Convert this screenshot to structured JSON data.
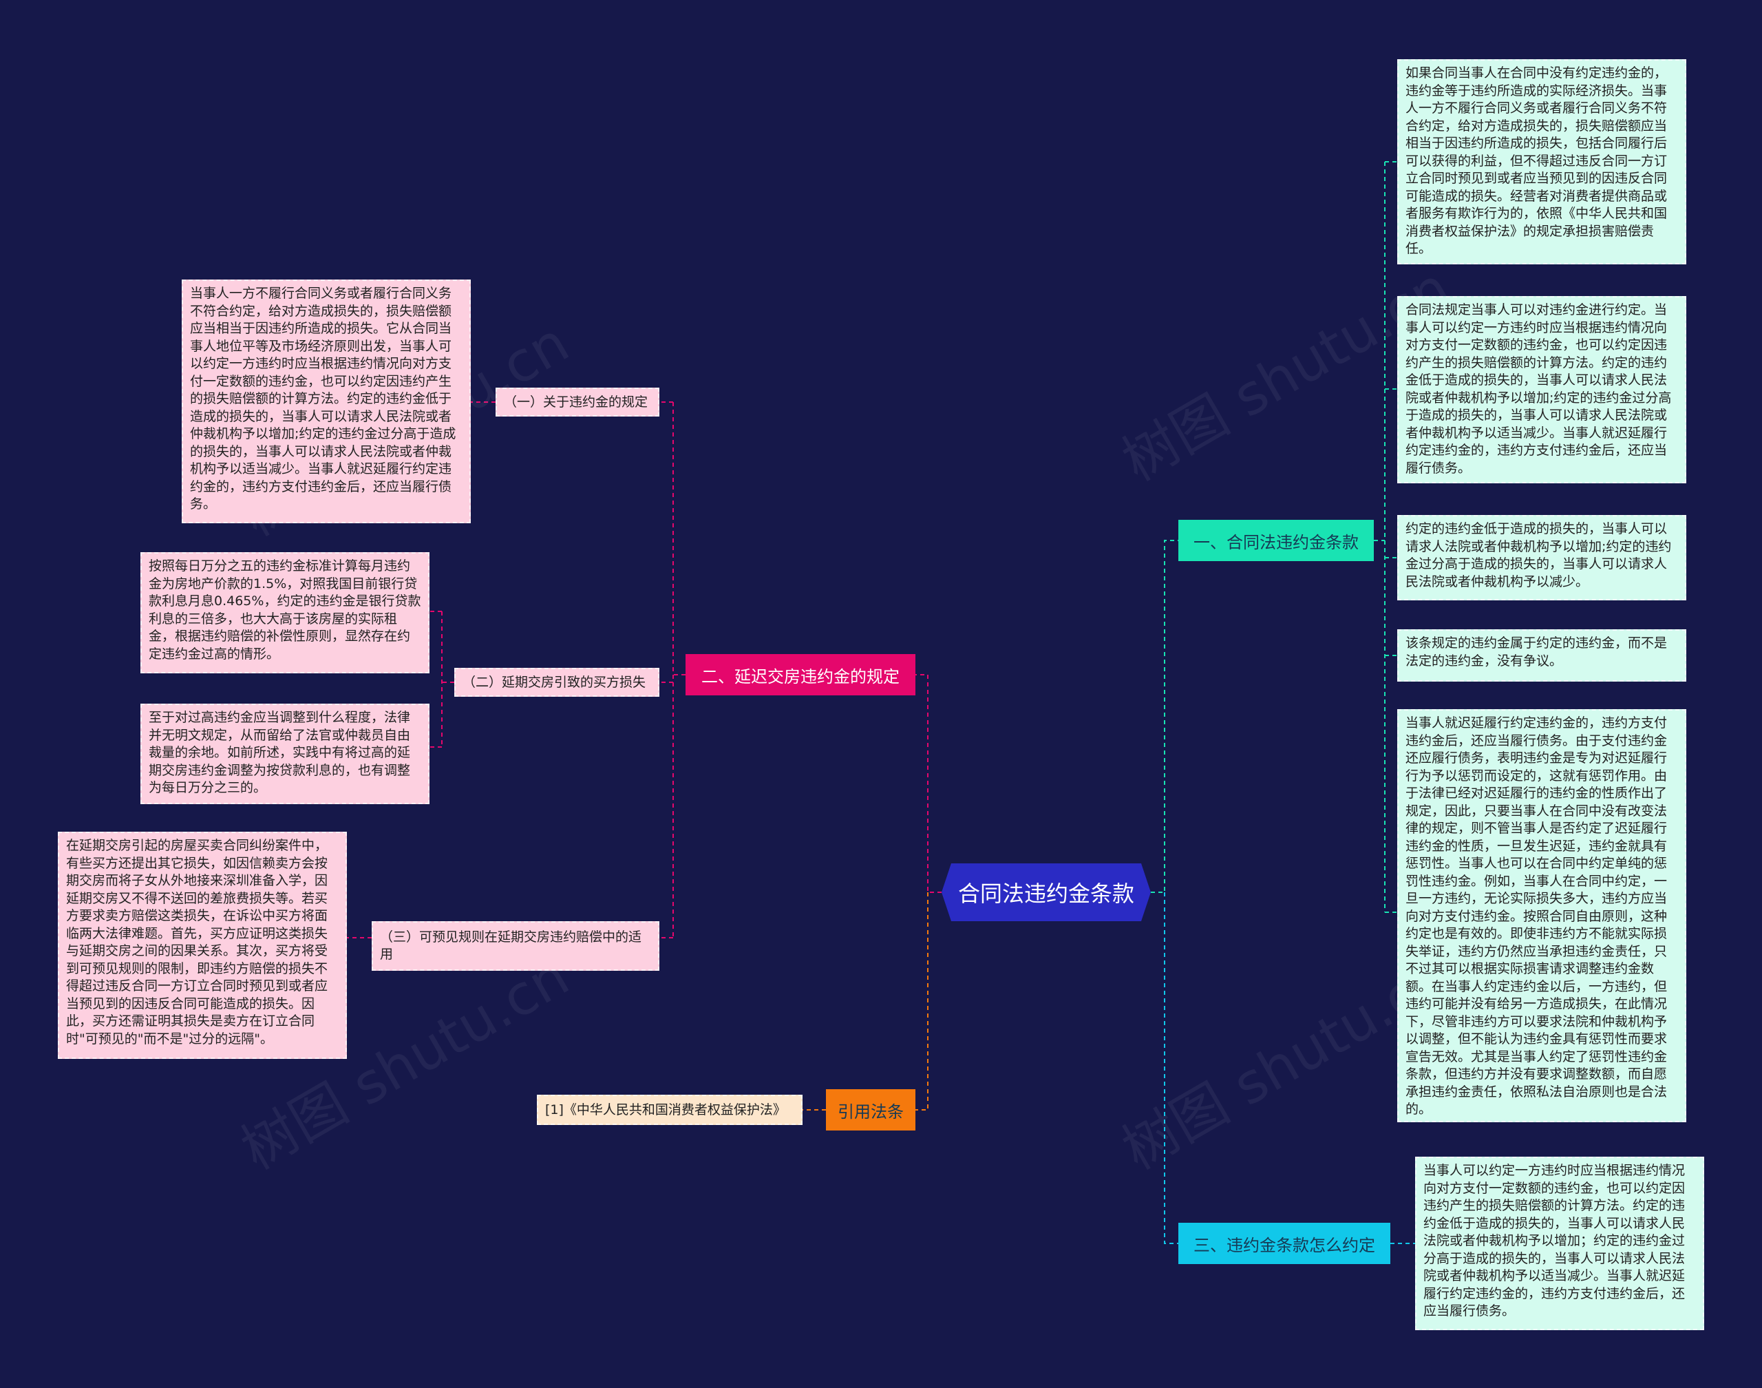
{
  "root": {
    "label": "合同法违约金条款"
  },
  "branches": {
    "b1": {
      "label": "一、合同法违约金条款"
    },
    "b2": {
      "label": "二、延迟交房违约金的规定"
    },
    "b3": {
      "label": "三、违约金条款怎么约定"
    },
    "b4": {
      "label": "引用法条"
    }
  },
  "subs": {
    "s1": {
      "label": "（一）关于违约金的规定"
    },
    "s2": {
      "label": "（二）延期交房引致的买方损失"
    },
    "s3": {
      "label": "（三）可预见规则在延期交房违约赔偿中的适用"
    }
  },
  "leaves": {
    "r1": "如果合同当事人在合同中没有约定违约金的，违约金等于违约所造成的实际经济损失。当事人一方不履行合同义务或者履行合同义务不符合约定，给对方造成损失的，损失赔偿额应当相当于因违约所造成的损失，包括合同履行后可以获得的利益，但不得超过违反合同一方订立合同时预见到或者应当预见到的因违反合同可能造成的损失。经营者对消费者提供商品或者服务有欺诈行为的，依照《中华人民共和国消费者权益保护法》的规定承担损害赔偿责任。",
    "r2": "合同法规定当事人可以对违约金进行约定。当事人可以约定一方违约时应当根据违约情况向对方支付一定数额的违约金，也可以约定因违约产生的损失赔偿额的计算方法。约定的违约金低于造成的损失的，当事人可以请求人民法院或者仲裁机构予以增加;约定的违约金过分高于造成的损失的，当事人可以请求人民法院或者仲裁机构予以适当减少。当事人就迟延履行约定违约金的，违约方支付违约金后，还应当履行债务。",
    "r3": "约定的违约金低于造成的损失的，当事人可以请求人法院或者仲裁机构予以增加;约定的违约金过分高于造成的损失的，当事人可以请求人民法院或者仲裁机构予以减少。",
    "r4": "该条规定的违约金属于约定的违约金，而不是法定的违约金，没有争议。",
    "r5": "当事人就迟延履行约定违约金的，违约方支付违约金后，还应当履行债务。由于支付违约金还应履行债务，表明违约金是专为对迟延履行行为予以惩罚而设定的，这就有惩罚作用。由于法律已经对迟延履行的违约金的性质作出了规定，因此，只要当事人在合同中没有改变法律的规定，则不管当事人是否约定了迟延履行违约金的性质，一旦发生迟延，违约金就具有惩罚性。当事人也可以在合同中约定单纯的惩罚性违约金。例如，当事人在合同中约定，一旦一方违约，无论实际损失多大，违约方应当向对方支付违约金。按照合同自由原则，这种约定也是有效的。即使非违约方不能就实际损失举证，违约方仍然应当承担违约金责任，只不过其可以根据实际损害请求调整违约金数额。在当事人约定违约金以后，一方违约，但违约可能并没有给另一方造成损失，在此情况下，尽管非违约方可以要求法院和仲裁机构予以调整，但不能认为违约金具有惩罚性而要求宣告无效。尤其是当事人约定了惩罚性违约金条款，但违约方并没有要求调整数额，而自愿承担违约金责任，依照私法自治原则也是合法的。",
    "r6": "当事人可以约定一方违约时应当根据违约情况向对方支付一定数额的违约金，也可以约定因违约产生的损失赔偿额的计算方法。约定的违约金低于造成的损失的，当事人可以请求人民法院或者仲裁机构予以增加；约定的违约金过分高于造成的损失的，当事人可以请求人民法院或者仲裁机构予以适当减少。当事人就迟延履行约定违约金的，违约方支付违约金后，还应当履行债务。",
    "l1": "当事人一方不履行合同义务或者履行合同义务不符合约定，给对方造成损失的，损失赔偿额应当相当于因违约所造成的损失。它从合同当事人地位平等及市场经济原则出发，当事人可以约定一方违约时应当根据违约情况向对方支付一定数额的违约金，也可以约定因违约产生的损失赔偿额的计算方法。约定的违约金低于造成的损失的，当事人可以请求人民法院或者仲裁机构予以增加;约定的违约金过分高于造成的损失的，当事人可以请求人民法院或者仲裁机构予以适当减少。当事人就迟延履行约定违约金的，违约方支付违约金后，还应当履行债务。",
    "l2": "按照每日万分之五的违约金标准计算每月违约金为房地产价款的1.5%，对照我国目前银行贷款利息月息0.465%，约定的违约金是银行贷款利息的三倍多，也大大高于该房屋的实际租金，根据违约赔偿的补偿性原则，显然存在约定违约金过高的情形。",
    "l3": "至于对过高违约金应当调整到什么程度，法律并无明文规定，从而留给了法官或仲裁员自由裁量的余地。如前所述，实践中有将过高的延期交房违约金调整为按贷款利息的，也有调整为每日万分之三的。",
    "l4": "在延期交房引起的房屋买卖合同纠纷案件中，有些买方还提出其它损失，如因信赖卖方会按期交房而将子女从外地接来深圳准备入学，因延期交房又不得不送回的差旅费损失等。若买方要求卖方赔偿这类损失，在诉讼中买方将面临两大法律难题。首先，买方应证明这类损失与延期交房之间的因果关系。其次，买方将受到可预见规则的限制，即违约方赔偿的损失不得超过违反合同一方订立合同时预见到或者应当预见到的因违反合同可能造成的损失。因此，买方还需证明其损失是卖方在订立合同时\"可预见的\"而不是\"过分的远隔\"。",
    "law1": "[1]《中华人民共和国消费者权益保护法》"
  },
  "colors": {
    "background": "#16184a",
    "root": "#2a2bc4",
    "magenta": "#e5076c",
    "teal": "#19e3b3",
    "cyan": "#11c8ea",
    "orange": "#f5790d",
    "pink_leaf": "#fdd0e0",
    "mint_leaf": "#d4fbef"
  },
  "watermark": "树图 shutu.cn"
}
